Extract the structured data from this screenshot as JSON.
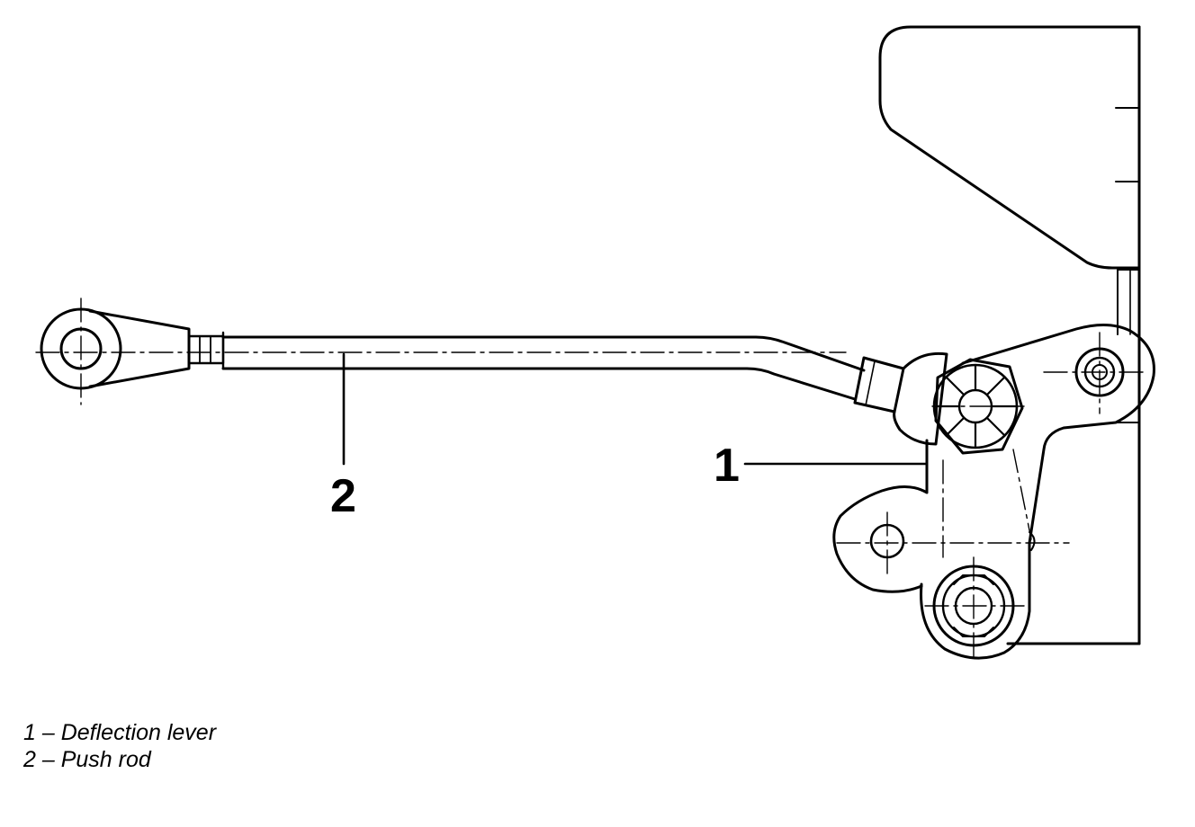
{
  "diagram": {
    "callouts": [
      {
        "number": "1"
      },
      {
        "number": "2"
      }
    ],
    "legend": [
      {
        "number": "1",
        "separator": "–",
        "label": "Deflection lever"
      },
      {
        "number": "2",
        "separator": "–",
        "label": "Push rod"
      }
    ],
    "colors": {
      "line": "#000000",
      "background": "#ffffff"
    }
  }
}
